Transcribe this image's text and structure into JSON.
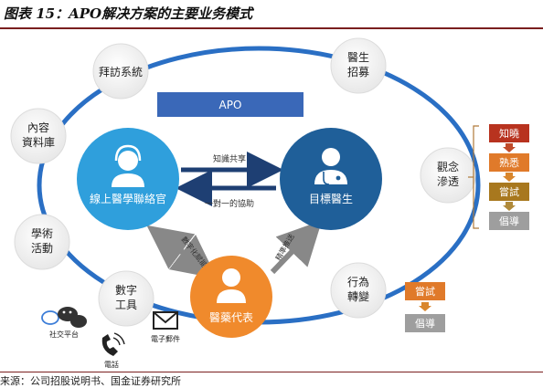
{
  "title": "图表 15：APO解决方案的主要业务模式",
  "source": "来源：公司招股说明书、国金证券研究所",
  "apo_label": "APO",
  "ring_nodes": {
    "visit_system": "拜訪系統",
    "content_lib_1": "內容",
    "content_lib_2": "資料庫",
    "academic_1": "學術",
    "academic_2": "活動",
    "digital_1": "數字",
    "digital_2": "工具",
    "recruit_1": "醫生",
    "recruit_2": "招募",
    "penetrate_1": "觀念",
    "penetrate_2": "滲透",
    "behavior_1": "行為",
    "behavior_2": "轉變"
  },
  "hubs": {
    "online_consultant": "線上醫學聯絡官",
    "target_doctor": "目標醫生",
    "medical_rep": "醫藥代表"
  },
  "arrows": {
    "knowledge_share": "知識共享",
    "one_to_one": "一對一的協助",
    "digital_empower": "數字化賦能",
    "precise_promo": "精準推送"
  },
  "tools": {
    "social": "社交平台",
    "email": "電子郵件",
    "phone": "電話"
  },
  "funnel_steps": [
    "知曉",
    "熟悉",
    "嘗試",
    "倡導"
  ],
  "behavior_steps": [
    "嘗試",
    "倡導"
  ],
  "colors": {
    "ring": "#2a6fc4",
    "online_hub": "#2f9fdc",
    "doctor_hub": "#1f5f99",
    "rep_hub": "#f08a2c",
    "apo_bar": "#3a68b8",
    "step_red": "#b8331f",
    "step_orange": "#e07a2a",
    "step_olive": "#a8781e",
    "step_gray": "#9e9e9e"
  }
}
